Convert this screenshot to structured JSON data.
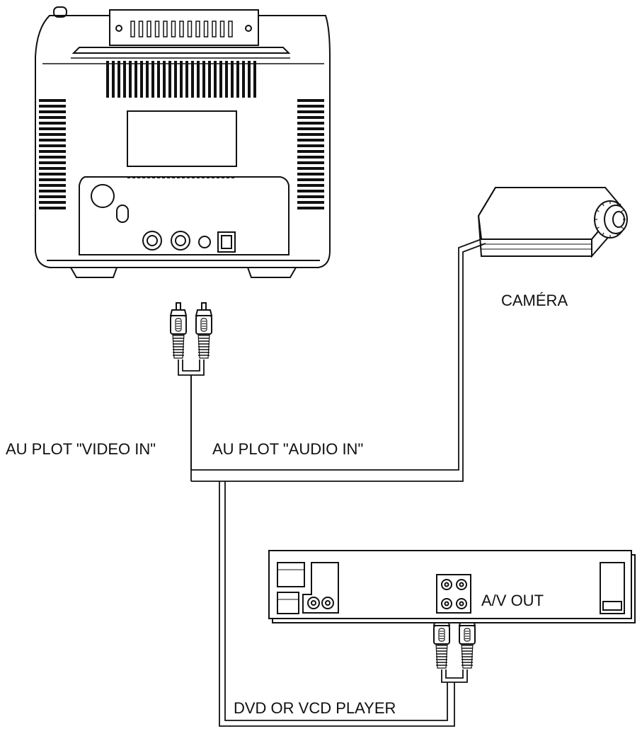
{
  "labels": {
    "camera": "CAMÉRA",
    "video_in": "AU PLOT \"VIDEO IN\"",
    "audio_in": "AU PLOT \"AUDIO IN\"",
    "av_out": "A/V OUT",
    "player": "DVD OR VCD PLAYER"
  },
  "colors": {
    "line": "#111111",
    "background": "#ffffff"
  }
}
